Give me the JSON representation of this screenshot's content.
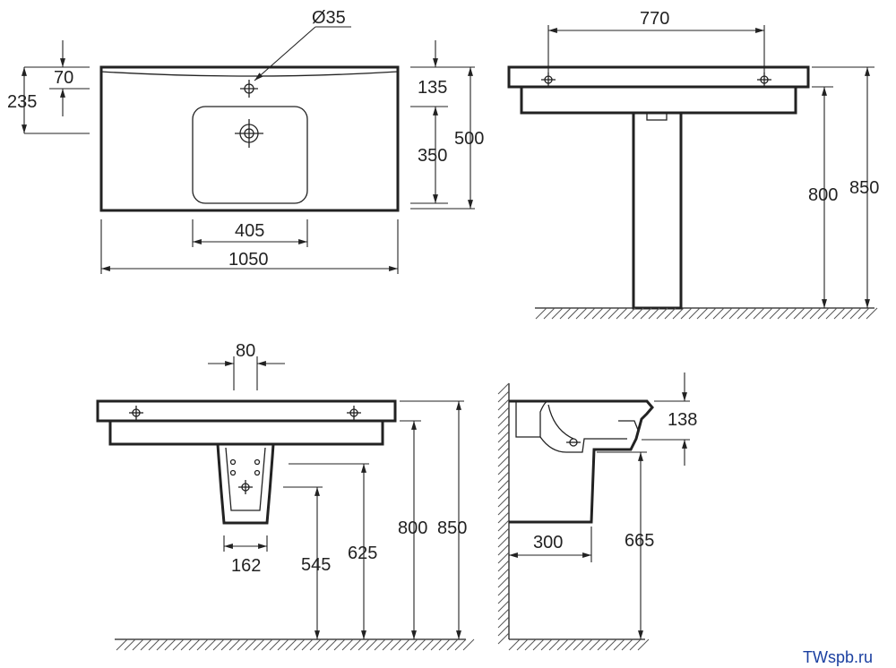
{
  "drawing": {
    "top_view": {
      "hole_diameter": "Ø35",
      "dim_70": "70",
      "dim_235": "235",
      "dim_135": "135",
      "dim_350": "350",
      "dim_500": "500",
      "dim_405": "405",
      "dim_1050": "1050"
    },
    "front_pedestal_view": {
      "dim_770": "770",
      "dim_800": "800",
      "dim_850": "850"
    },
    "front_wall_view": {
      "dim_80": "80",
      "dim_162": "162",
      "dim_545": "545",
      "dim_625": "625",
      "dim_800": "800",
      "dim_850": "850"
    },
    "side_section_view": {
      "dim_138": "138",
      "dim_300": "300",
      "dim_665": "665"
    }
  },
  "watermark": "TWspb.ru"
}
